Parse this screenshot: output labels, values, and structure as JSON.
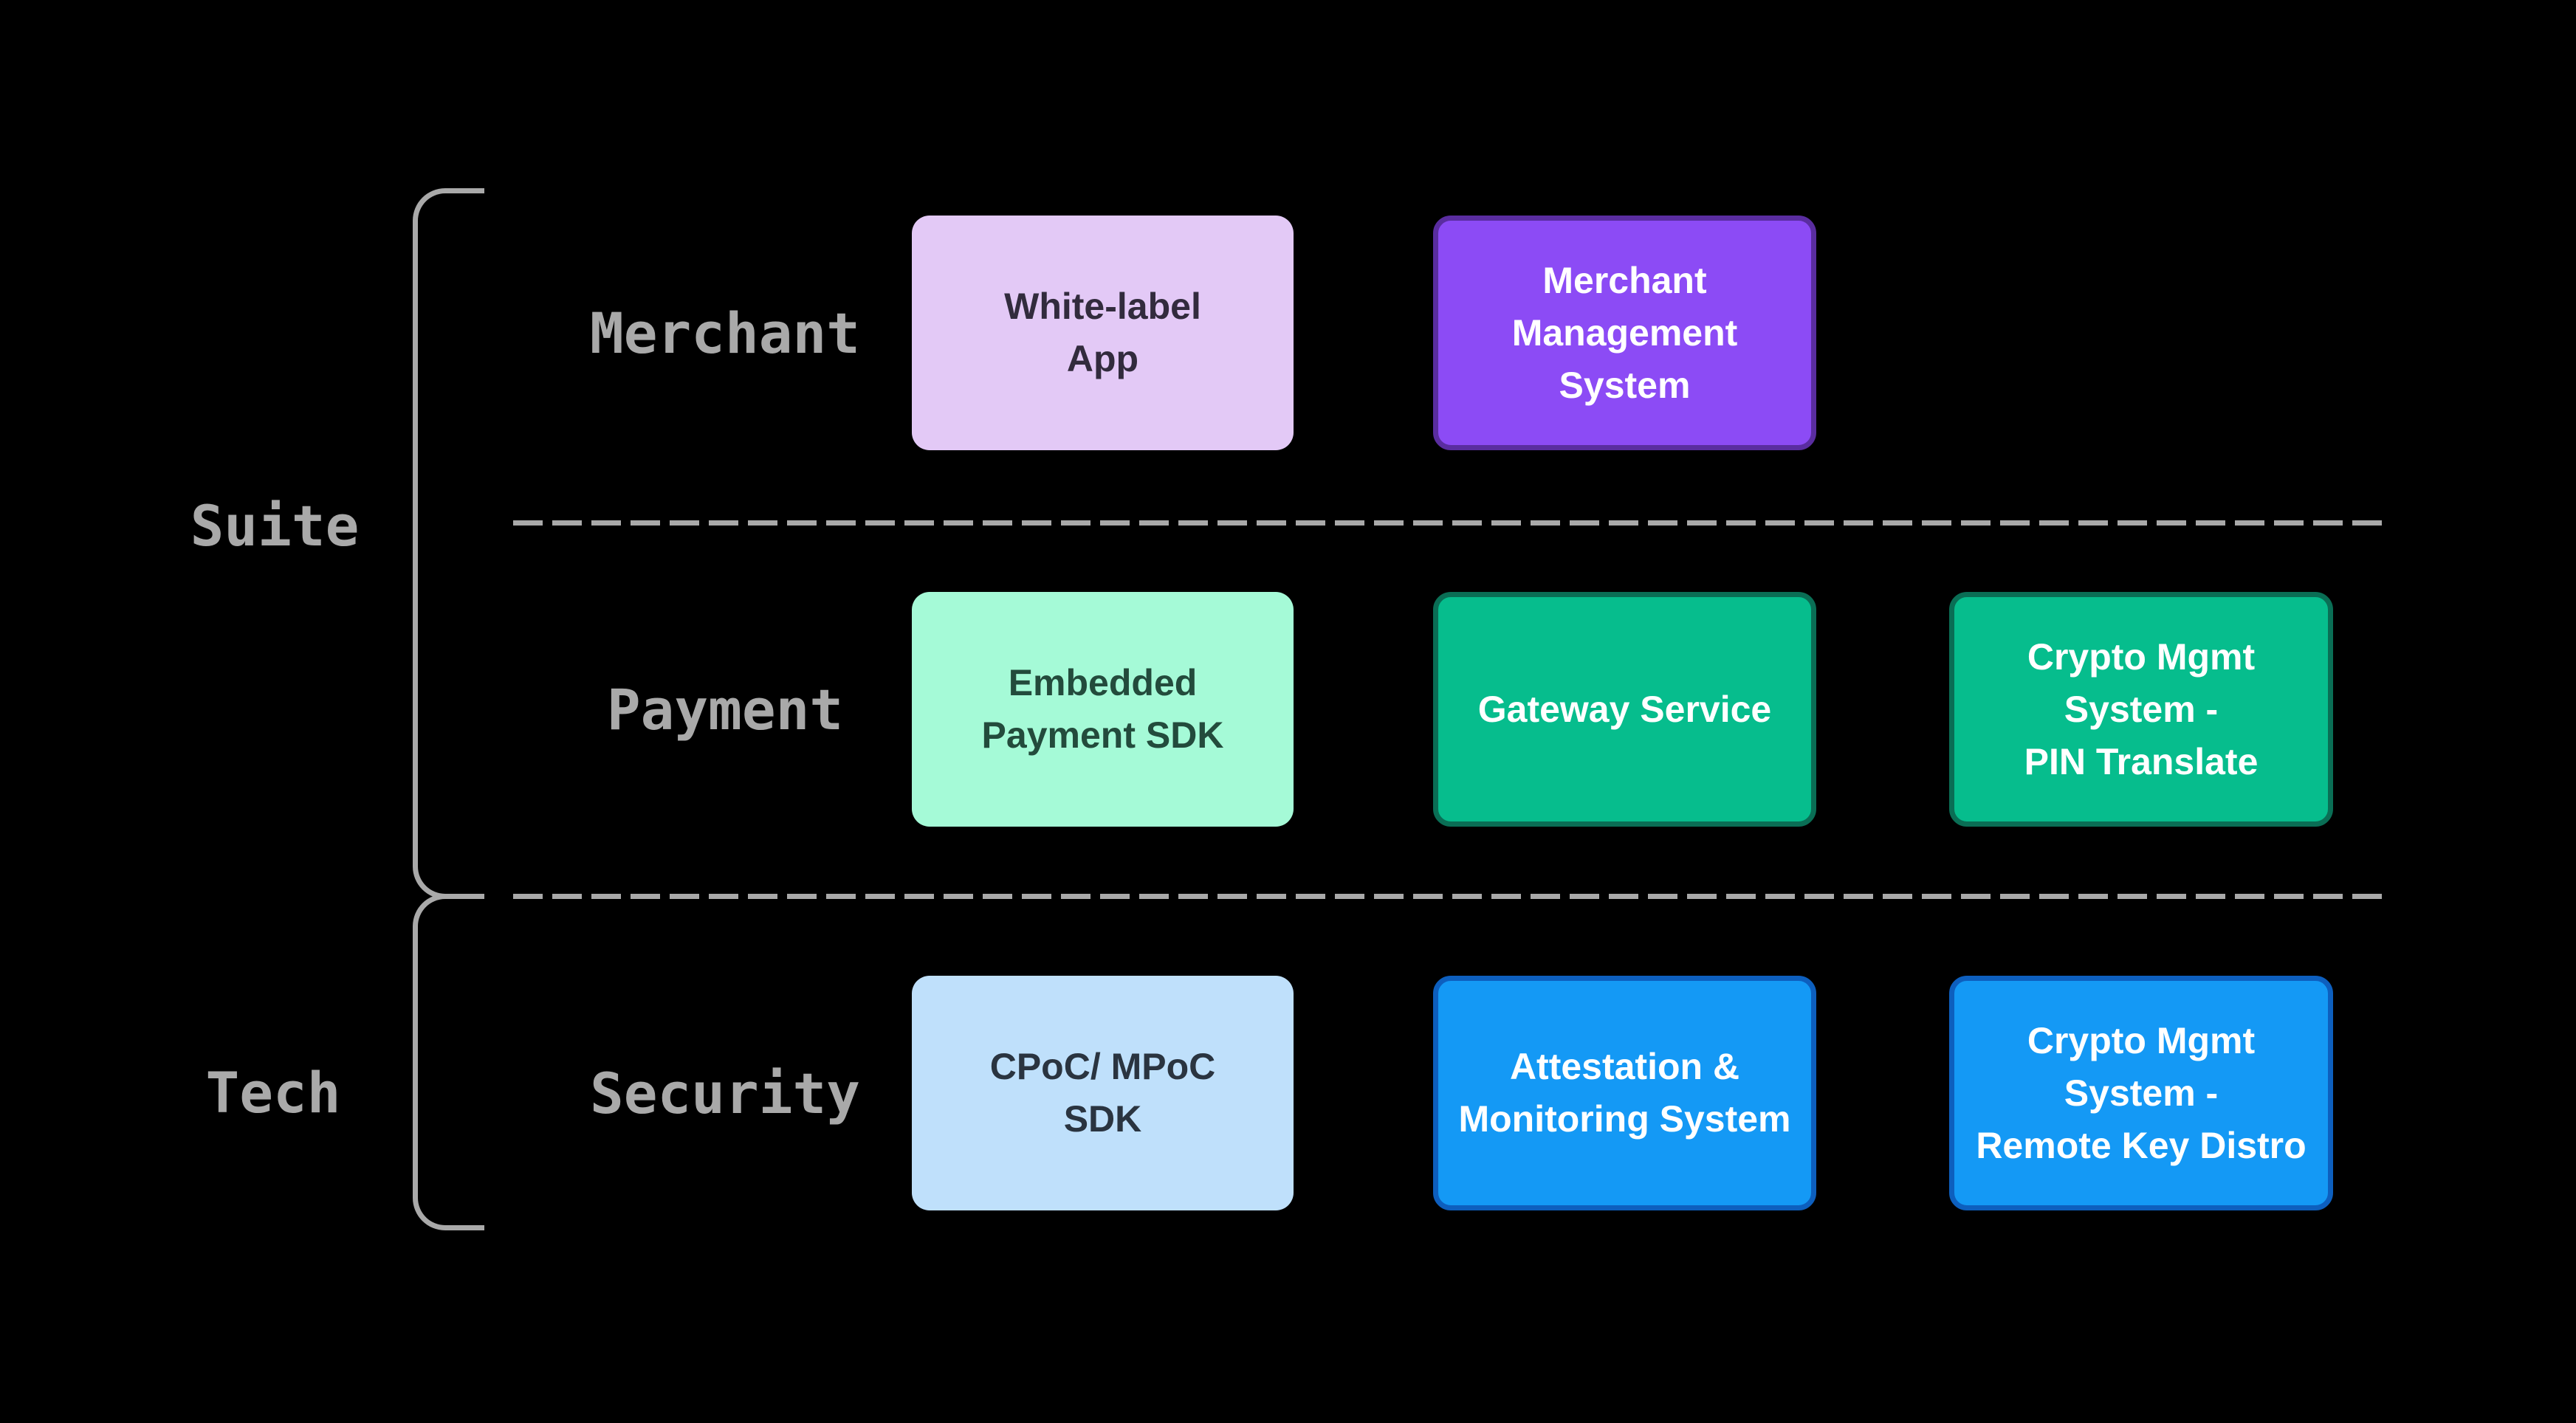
{
  "palette": {
    "background": "#000000",
    "line_and_label_gray": "#a9a9a9",
    "lavender_fill": "#e3c9f6",
    "purple_fill": "#8c4bf5",
    "purple_border": "#5a2da0",
    "mint_fill": "#a5fad7",
    "green_fill": "#06bd8d",
    "green_border": "#0a6e55",
    "lightblue_fill": "#bfe0fb",
    "blue_fill": "#1499f5",
    "blue_border": "#0d5fbe",
    "white_text": "#ffffff"
  },
  "groups": [
    {
      "label": "Suite"
    },
    {
      "label": "Tech"
    }
  ],
  "rows": [
    {
      "label": "Merchant",
      "boxes": [
        {
          "name": "white-label-app",
          "lines": [
            "White-label",
            "App"
          ],
          "fill": "#e3c9f6",
          "text_color": "#322b3d",
          "border_color": null
        },
        {
          "name": "merchant-management-system",
          "lines": [
            "Merchant",
            "Management",
            "System"
          ],
          "fill": "#8c4bf5",
          "text_color": "#ffffff",
          "border_color": "#5a2da0"
        }
      ]
    },
    {
      "label": "Payment",
      "boxes": [
        {
          "name": "embedded-payment-sdk",
          "lines": [
            "Embedded",
            "Payment SDK"
          ],
          "fill": "#a5fad7",
          "text_color": "#234b3c",
          "border_color": null
        },
        {
          "name": "gateway-service",
          "lines": [
            "Gateway Service"
          ],
          "fill": "#06bd8d",
          "text_color": "#ffffff",
          "border_color": "#0a6e55"
        },
        {
          "name": "crypto-mgmt-system-pin-translate",
          "lines": [
            "Crypto Mgmt",
            "System -",
            "PIN Translate"
          ],
          "fill": "#06bd8d",
          "text_color": "#ffffff",
          "border_color": "#0a6e55"
        }
      ]
    },
    {
      "label": "Security",
      "boxes": [
        {
          "name": "cpoc-mpoc-sdk",
          "lines": [
            "CPoC/ MPoC",
            "SDK"
          ],
          "fill": "#bfe0fb",
          "text_color": "#2a3440",
          "border_color": null
        },
        {
          "name": "attestation-monitoring-system",
          "lines": [
            "Attestation &",
            "Monitoring System"
          ],
          "fill": "#1499f5",
          "text_color": "#ffffff",
          "border_color": "#0d5fbe"
        },
        {
          "name": "crypto-mgmt-system-remote-key-distro",
          "lines": [
            "Crypto Mgmt",
            "System -",
            "Remote Key Distro"
          ],
          "fill": "#1499f5",
          "text_color": "#ffffff",
          "border_color": "#0d5fbe"
        }
      ]
    }
  ]
}
